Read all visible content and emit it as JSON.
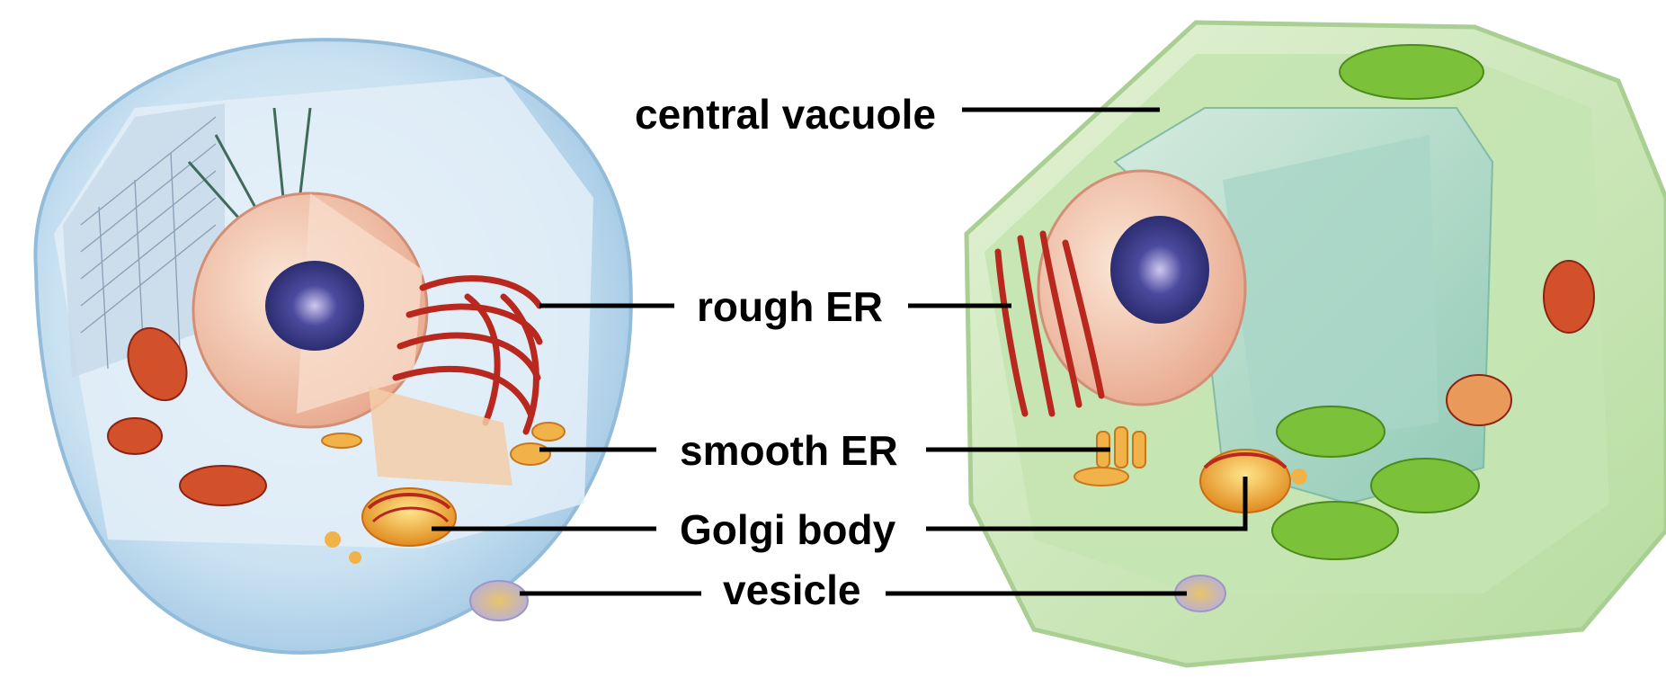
{
  "labels": {
    "central_vacuole": "central vacuole",
    "rough_er": "rough ER",
    "smooth_er": "smooth ER",
    "golgi_body": "Golgi body",
    "vesicle": "vesicle"
  },
  "colors": {
    "animal_cell_membrane": "#bcd8ee",
    "animal_cell_interior": "#dcecf6",
    "plant_cell_wall": "#cfe6b8",
    "plant_cell_interior": "#a9d79a",
    "vacuole": "#b9ddd0",
    "nucleus": "#f2c2a8",
    "nucleolus": "#3a3c8c",
    "rough_er": "#b8281e",
    "smooth_er": "#e9a23a",
    "golgi": "#f0a02a",
    "mitochondria": "#d2502a",
    "chloroplast": "#7cc13a",
    "leader_lines": "#000000"
  }
}
